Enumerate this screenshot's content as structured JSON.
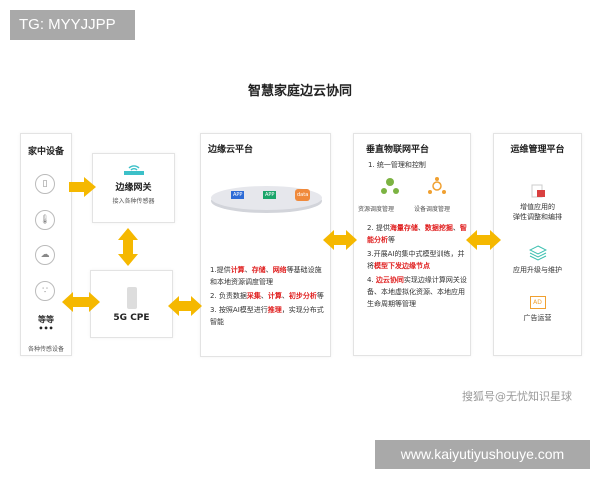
{
  "watermark_top": "TG: MYYJJPP",
  "title": "智慧家庭边云协同",
  "home": {
    "title": "家中设备",
    "more": "等等",
    "dots": "•••",
    "caption": "各种传感设备"
  },
  "gateway": {
    "title": "边缘网关",
    "subtitle": "接入各种传感器"
  },
  "cpe": {
    "title": "5G CPE"
  },
  "edge_cloud": {
    "title": "边缘云平台",
    "apps": [
      "APP",
      "APP",
      "data"
    ],
    "bullets": [
      [
        {
          "t": "1.提供"
        },
        {
          "t": "计算",
          "hl": true
        },
        {
          "t": "、"
        },
        {
          "t": "存储",
          "hl": true
        },
        {
          "t": "、"
        },
        {
          "t": "网络",
          "hl": true
        },
        {
          "t": "等基础设施和本地资源调度管理"
        }
      ],
      [
        {
          "t": "2. 负责数据"
        },
        {
          "t": "采集",
          "hl": true
        },
        {
          "t": "、"
        },
        {
          "t": "计算",
          "hl": true
        },
        {
          "t": "、"
        },
        {
          "t": "初步分析",
          "hl": true
        },
        {
          "t": "等"
        }
      ],
      [
        {
          "t": "3. 按照AI模型进行"
        },
        {
          "t": "推理",
          "hl": true
        },
        {
          "t": "，实现分布式智能"
        }
      ]
    ]
  },
  "iot": {
    "title": "垂直物联网平台",
    "item1": "1. 统一管理和控制",
    "icon_labels": [
      "资源调度管理",
      "设备调度管理"
    ],
    "bullets": [
      [
        {
          "t": "2. 提供"
        },
        {
          "t": "海量存储",
          "hl": true
        },
        {
          "t": "、"
        },
        {
          "t": "数据挖掘",
          "hl": true
        },
        {
          "t": "、"
        },
        {
          "t": "智能分析",
          "hl": true
        },
        {
          "t": "等"
        }
      ],
      [
        {
          "t": "3.开展AI的集中式模型训练，并将"
        },
        {
          "t": "模型下发边缘节点",
          "hl": true
        }
      ],
      [
        {
          "t": "4. "
        },
        {
          "t": "边云协同",
          "hl": true
        },
        {
          "t": "实现边缘计算网关设备、本地虚拟化资源、本地应用生命周期等管理"
        }
      ]
    ]
  },
  "ops": {
    "title": "运维管理平台",
    "items": [
      "增值应用的\n弹性调整和编排",
      "应用升级与维护",
      "广告运营"
    ],
    "ad_icon": "AD"
  },
  "source": "搜狐号@无忧知识星球",
  "watermark_bottom": "www.kaiyutiyushouye.com",
  "colors": {
    "arrow": "#f5b800",
    "highlight": "#e02020"
  }
}
